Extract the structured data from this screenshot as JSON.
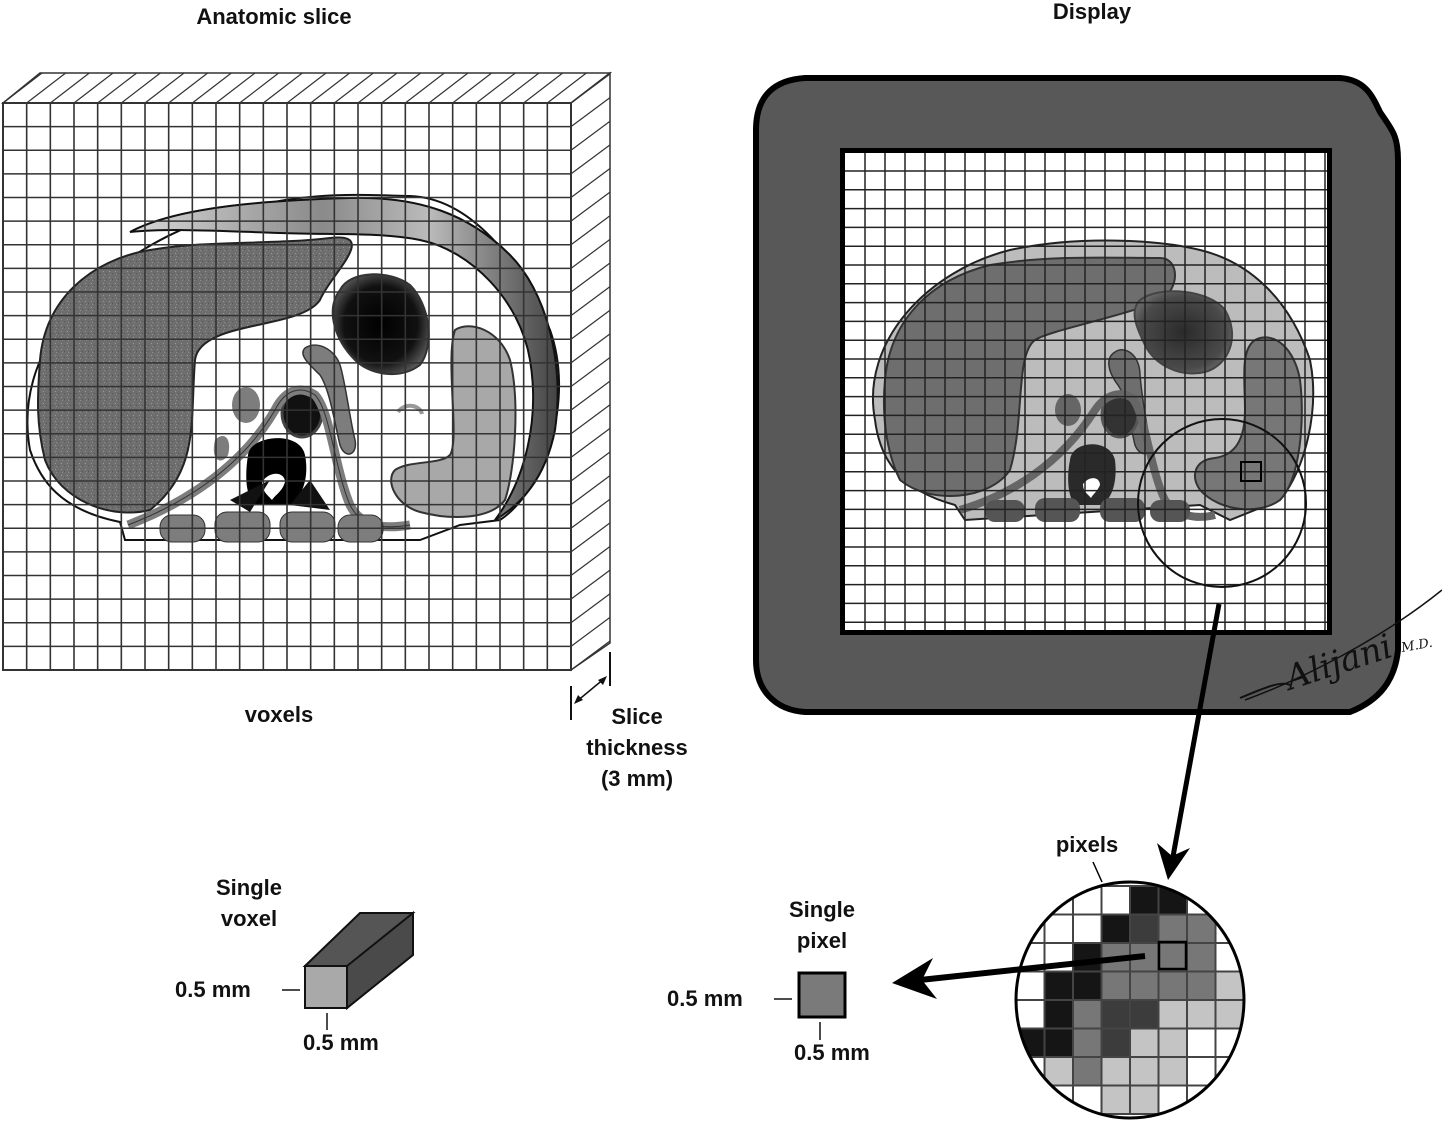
{
  "titles": {
    "left": "Anatomic slice",
    "right": "Display"
  },
  "labels": {
    "voxels": "voxels",
    "slice_thickness_line1": "Slice",
    "slice_thickness_line2": "thickness",
    "slice_thickness_line3": "(3 mm)",
    "single_voxel_line1": "Single",
    "single_voxel_line2": "voxel",
    "voxel_height": "0.5 mm",
    "voxel_width": "0.5 mm",
    "pixels": "pixels",
    "single_pixel_line1": "Single",
    "single_pixel_line2": "pixel",
    "pixel_height": "0.5 mm",
    "pixel_width": "0.5 mm"
  },
  "signature": {
    "name": "Alijani",
    "suffix": "M.D."
  },
  "colors": {
    "monitor_frame": "#585858",
    "outline": "#111111",
    "liver": "#6e6e6e",
    "spleen": "#a8a8a8",
    "kidney_fill": "#7a7a7a",
    "pixel_black": "#151515",
    "pixel_dark": "#3c3c3c",
    "pixel_mid": "#777777",
    "pixel_light": "#c4c4c4",
    "pixel_white": "#ffffff",
    "voxel_front": "#a9a9a9",
    "voxel_side": "#4a4a4a",
    "single_pixel": "#7a7a7a"
  },
  "pixel_zoom_grid": [
    "wwwwbbww",
    "wwwbdmmw",
    "wwbmmmmw",
    "wbbmmmml",
    "wbmddlll",
    "bbmdllww",
    "wlmlllww",
    "wwwllwww"
  ]
}
